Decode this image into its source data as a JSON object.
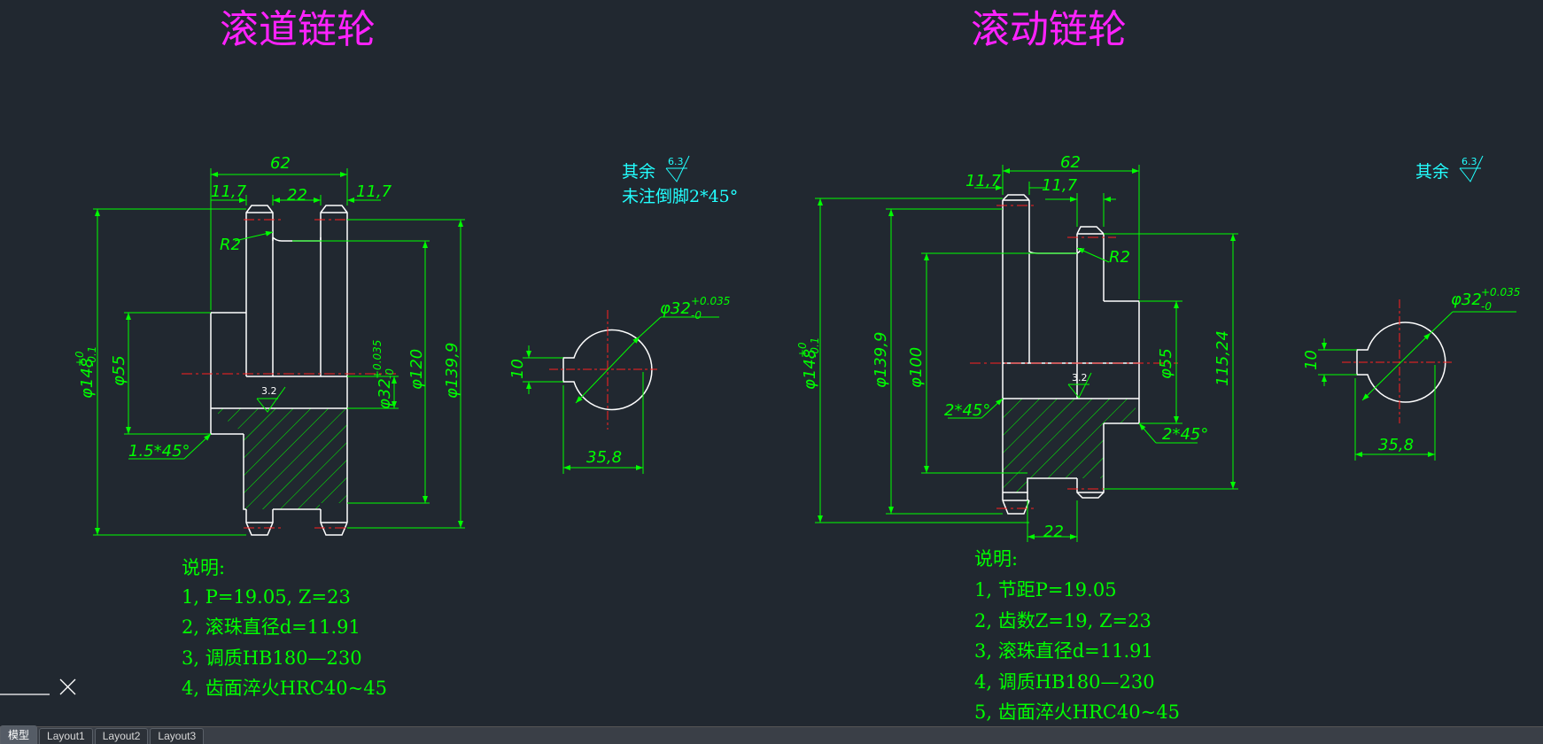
{
  "titles": {
    "left": "滚道链轮",
    "right": "滚动链轮"
  },
  "left_view": {
    "dims": {
      "width_total": "62",
      "left_offset": "11,7",
      "center_gap": "22",
      "right_offset": "11,7",
      "fillet": "R2",
      "chamfer": "1.5*45°",
      "hub_dia": "φ55",
      "outer_dia": "φ148",
      "outer_tol_upper": "+0",
      "outer_tol_lower": "-0.1",
      "bore_dia": "φ32",
      "bore_tol_upper": "+0.035",
      "bore_tol_lower": "-0",
      "root_dia": "φ120",
      "tip_dia": "φ139,9",
      "roughness": "3.2"
    }
  },
  "left_hub_view": {
    "bore_dia": "φ32",
    "bore_tol_upper": "+0.035",
    "bore_tol_lower": "-0",
    "key_width": "10",
    "key_depth": "35,8"
  },
  "left_roughness_note": {
    "label": "其余",
    "value": "6.3",
    "chamfer_note": "未注倒脚2*45°"
  },
  "right_view": {
    "dims": {
      "width_total": "62",
      "offset_a": "11,7",
      "offset_b": "11,7",
      "fillet": "R2",
      "outer_dia": "φ148",
      "outer_tol_upper": "+0",
      "outer_tol_lower": "-0.1",
      "tip_dia": "φ139,9",
      "root_dia": "φ100",
      "hub_dia": "φ55",
      "height": "115,24",
      "chamfer_left": "2*45°",
      "chamfer_right": "2*45°",
      "bottom_width": "22",
      "roughness": "3.2"
    }
  },
  "right_hub_view": {
    "bore_dia": "φ32",
    "bore_tol_upper": "+0.035",
    "bore_tol_lower": "-0",
    "key_width": "10",
    "key_depth": "35,8"
  },
  "right_roughness_note": {
    "label": "其余",
    "value": "6.3"
  },
  "notes_left": {
    "heading": "说明:",
    "lines": [
      "1, P=19.05, Z=23",
      "2, 滚珠直径d=11.91",
      "3, 调质HB180—230",
      "4, 齿面淬火HRC40~45"
    ]
  },
  "notes_right": {
    "heading": "说明:",
    "lines": [
      "1, 节距P=19.05",
      "2, 齿数Z=19, Z=23",
      "3, 滚珠直径d=11.91",
      "4, 调质HB180—230",
      "5, 齿面淬火HRC40~45"
    ]
  },
  "tabs": [
    {
      "label": "模型",
      "active": true
    },
    {
      "label": "Layout1",
      "active": false
    },
    {
      "label": "Layout2",
      "active": false
    },
    {
      "label": "Layout3",
      "active": false
    }
  ],
  "colors": {
    "background": "#212830",
    "outline": "#ffffff",
    "dimension": "#00ff00",
    "centerline": "#ff2020",
    "title": "#ff22ff",
    "annotation": "#22ffff"
  }
}
